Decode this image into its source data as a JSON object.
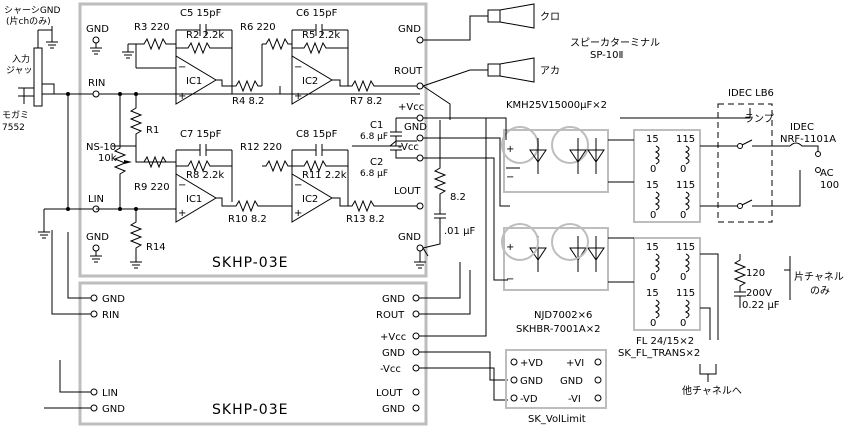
{
  "labels": {
    "chassis_gnd": "シャーシGND",
    "chassis_gnd_note": "(片chのみ)",
    "input_jack_1": "入力",
    "input_jack_2": "ジャック",
    "mogami_1": "モガミ",
    "mogami_2": "7552",
    "gnd": "GND",
    "rin": "RIN",
    "lin": "LIN",
    "rout": "ROUT",
    "lout": "LOUT",
    "vcc_pos": "+Vcc",
    "vcc_neg": "-Vcc",
    "r1": "R1",
    "r14": "R14",
    "pot_1": "NS-10",
    "pot_2": "10k",
    "r3": "R3 220",
    "r6": "R6 220",
    "c5": "C5 15pF",
    "c6": "C6 15pF",
    "r2": "R2 2.2k",
    "r5": "R5 2.2k",
    "r4": "R4 8.2",
    "r7": "R7 8.2",
    "c7": "C7 15pF",
    "c8": "C8 15pF",
    "r12": "R12 220",
    "r8": "R8 2.2k",
    "r11": "R11 2.2k",
    "r9": "R9 220",
    "r10": "R10 8.2",
    "r13": "R13 8.2",
    "ic1": "IC1",
    "ic2": "IC2",
    "c1": "C1",
    "c1v": "6.8 µF",
    "c2": "C2",
    "c2v": "6.8 µF",
    "zobel_r": "8.2",
    "zobel_c": ".01 µF",
    "board_name": "SKHP-03E",
    "kmh": "KMH25V15000µF×2",
    "speaker_red": "クロ",
    "speaker_black": "アカ",
    "speaker_terminal_1": "スピーカターミナル",
    "speaker_terminal_2": "SP-10Ⅱ",
    "idec_lb6": "IDEC LB6",
    "lamp": "ランプ",
    "idec_nrf_1": "IDEC",
    "idec_nrf_2": "NRF-1101A",
    "ac_1": "AC",
    "ac_2": "100",
    "t15": "15",
    "t115": "115",
    "t0": "0",
    "snub_r": "120",
    "snub_v": "200V",
    "snub_c": "0.22 µF",
    "single_ch_1": "片チャネル",
    "single_ch_2": "のみ",
    "njd": "NJD7002×6",
    "skhbr": "SKHBR-7001A×2",
    "fl_1": "FL 24/15×2",
    "fl_2": "SK_FL_TRANS×2",
    "other_ch": "他チャネルへ",
    "vd_pos": "+VD",
    "vd_gnd": "GND",
    "vd_neg": "-VD",
    "vi_pos": "+VI",
    "vi_gnd": "GND",
    "vi_neg": "-VI",
    "vol_limit": "SK_VolLimit"
  }
}
